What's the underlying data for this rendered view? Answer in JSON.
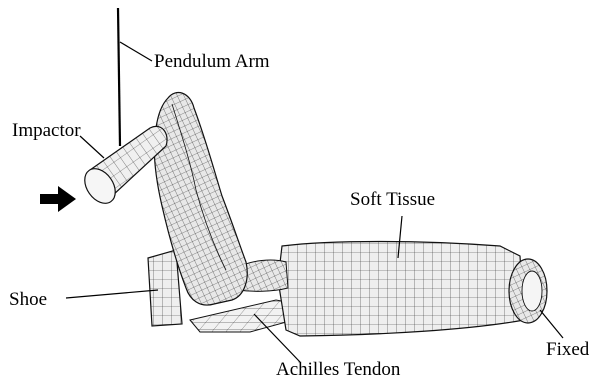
{
  "figure": {
    "labels": {
      "pendulum_arm": "Pendulum Arm",
      "impactor": "Impactor",
      "soft_tissue": "Soft Tissue",
      "shoe": "Shoe",
      "fixed": "Fixed",
      "achilles_tendon": "Achilles Tendon"
    },
    "colors": {
      "mesh_fill": "#efefef",
      "mesh_line": "#1a1a1a",
      "text": "#000000"
    }
  }
}
